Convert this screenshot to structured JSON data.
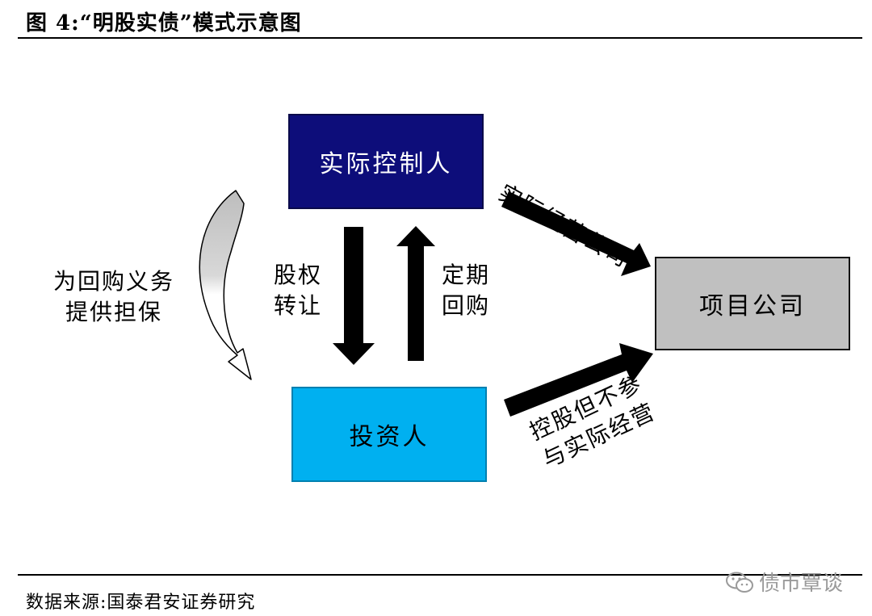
{
  "title": "图 4:“明股实债”模式示意图",
  "nodes": {
    "controller": "实际控制人",
    "investor": "投资人",
    "project": "项目公司"
  },
  "edge_labels": {
    "equity_transfer": [
      "股权",
      "转让"
    ],
    "scheduled_buyback": [
      "定期",
      "回购"
    ],
    "guarantee": [
      "为回购义务",
      "提供担保"
    ],
    "operating_company": "实际经营公司",
    "holding_not_operating": [
      "控股但不参",
      "与实际经营"
    ]
  },
  "source": "数据来源:国泰君安证券研究",
  "watermark": "债市覃谈",
  "colors": {
    "controller_fill": "#0d0d7a",
    "investor_fill": "#00b0f0",
    "project_fill": "#c0c0c0",
    "arrow": "#000000"
  }
}
